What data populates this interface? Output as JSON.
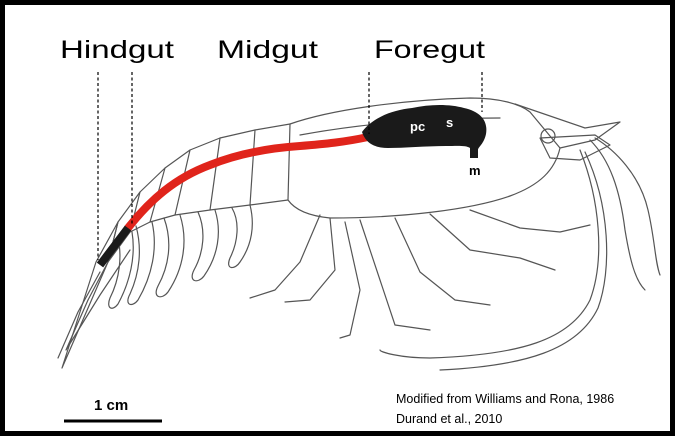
{
  "labels": {
    "hindgut": "Hindgut",
    "midgut": "Midgut",
    "foregut": "Foregut",
    "pc": "pc",
    "s": "s",
    "m": "m"
  },
  "scale_bar": {
    "label": "1 cm"
  },
  "credit": {
    "line1": "Modified from Williams and Rona, 1986",
    "line2": "Durand et al., 2010"
  },
  "colors": {
    "midgut": "#e0241b",
    "foregut_hindgut": "#1a1a1a",
    "outline": "#555555",
    "frame": "#000000"
  }
}
